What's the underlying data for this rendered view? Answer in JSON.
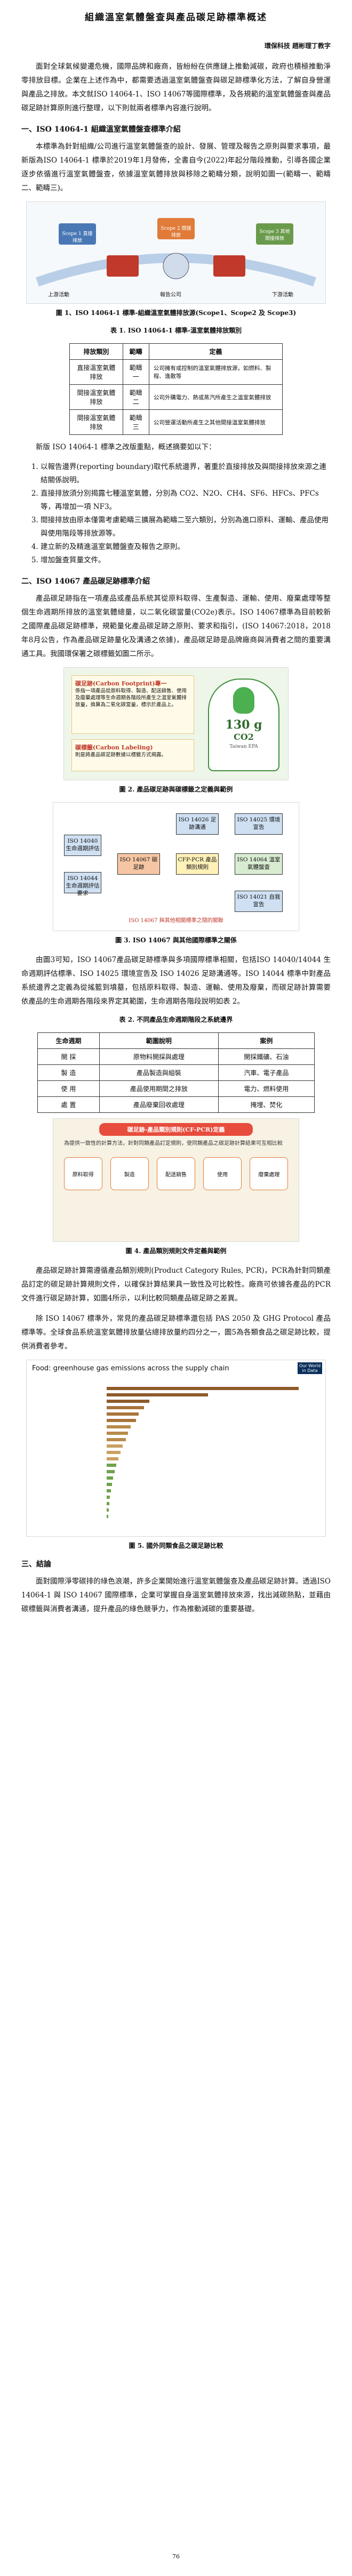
{
  "header": {
    "title": "組織溫室氣體盤查與產品碳足跡標準概述",
    "author": "環保科技 趙彬理丁教字"
  },
  "intro": "面對全球氣候變遷危機，國際品牌和廠商，皆紛紛在供應鏈上推動減碳，政府也積極推動淨零排放目標。企業在上述作為中，都需要透過溫室氣體盤查與碳足跡標準化方法，了解自身營運與產品之排放。本文就ISO 14064-1、ISO 14067等國際標準，及各規範的溫室氣體盤查與產品碳足跡計算原則進行整理，以下則就兩者標準內容進行說明。",
  "section1": {
    "heading": "一、ISO 14064-1 組織溫室氣體盤查標準介紹",
    "p1": "本標準為針對組織/公司進行溫室氣體盤查的設計、發展、管理及報告之原則與要求事項，最新版為ISO 14064-1 標準於2019年1月發佈，全書自今(2022)年起分階段推動，引導各國企業逐步依循進行溫室氣體盤查，依據溫室氣體排放與移除之範疇分類，說明如圖一(範疇一、範疇二、範疇三)。",
    "fig1_caption": "圖 1、ISO 14064-1 標準-組織溫室氣體排放源(Scope1、Scope2 及 Scope3)",
    "fig1_scopes": [
      "Scope 1 直接排放",
      "Scope 2 間接排放",
      "Scope 3 其他間接排放"
    ],
    "fig1_stages": [
      "上游活動",
      "報告公司",
      "下游活動"
    ],
    "table1_caption": "表 1. ISO 14064-1 標準-溫室氣體排放類別",
    "table1_headers": [
      "排放類別",
      "範疇",
      "定義"
    ],
    "table1_rows": [
      [
        "直接溫室氣體排放",
        "範疇一",
        "公司擁有或控制的溫室氣體排放源，如燃料、製程、逸散等"
      ],
      [
        "間接溫室氣體排放",
        "範疇二",
        "公司外購電力、熱或蒸汽所產生之溫室氣體排放"
      ],
      [
        "間接溫室氣體排放",
        "範疇三",
        "公司營運活動所產生之其他間接溫室氣體排放"
      ]
    ],
    "p2": "新版 ISO 14064-1 標準之改版重點，概述摘要如以下：",
    "list": [
      "以報告邊界(reporting boundary)取代系統邊界，著重於直接排放及與間接排放來源之連結關係說明。",
      "直接排放須分別揭露七種溫室氣體，分別為 CO2、N2O、CH4、SF6、HFCs、PFCs 等，再增加一項 NF3。",
      "間接排放由原本僅需考慮範疇三擴展為範疇二至六類別，分別為進口原料、運輸、產品使用與使用階段等排放源等。",
      "建立新的及精進溫室氣體盤查及報告之原則。",
      "增加盤查質量文件。"
    ]
  },
  "section2": {
    "heading": "二、ISO 14067 產品碳足跡標準介紹",
    "p1": "產品碳足跡指在一項產品或產品系統其從原料取得、生產製造、運輸、使用、廢棄處理等整個生命週期所排放的溫室氣體總量，以二氧化碳當量(CO2e)表示。ISO 14067標準為目前較新之國際產品碳足跡標準，規範量化產品碳足跡之原則、要求和指引，(ISO 14067:2018，2018 年8月公告，作為產品碳足跡量化及溝通之依據)，產品碳足跡是品牌廠商與消費者之間的重要溝通工具。我國環保署之碳標籤如圖二所示。",
    "fig2_left_title": "碳足跡(Carbon Footprint)專一",
    "fig2_left_text": "係指一項產品從原料取得、製造、配送銷售、使用及廢棄處理等生命週期各階段所產生之溫室氣體排放量，換算為二氧化碳當量，標示於產品上。",
    "fig2_label_title": "碳標籤(Carbon Labeling)",
    "fig2_label_text": "則是將產品碳足跡數據以標籤方式揭露。",
    "fig2_value": "130 g",
    "fig2_co2": "CO2",
    "fig2_badge": "Taiwan EPA",
    "fig2_caption": "圖 2. 產品碳足跡與碳標籤之定義與範例",
    "fig3_boxes": [
      "ISO 14040 生命週期評估",
      "ISO 14044 生命週期評估要求",
      "ISO 14067 碳足跡",
      "ISO 14026 足跡溝通",
      "CFP-PCR 產品類別規則",
      "ISO 14025 環境宣告",
      "ISO 14064 溫室氣體盤查",
      "ISO 14021 自我宣告"
    ],
    "fig3_note": "ISO 14067 與其他相關標準之間的關聯",
    "fig3_caption": "圖 3. ISO 14067 與其他國際標準之關係",
    "p2": "由圖3可知，ISO 14067產品碳足跡標準與多項國際標準相關，包括ISO 14040/14044 生命週期評估標準、ISO 14025 環境宣告及 ISO 14026 足跡溝通等。ISO 14044 標準中對產品系統邊界之定義為從搖籃到墳墓，包括原料取得、製造、運輸、使用及廢棄，而碳足跡計算需要依產品的生命週期各階段來界定其範圍，生命週期各階段說明如表 2。",
    "table2_caption": "表 2. 不同產品生命週期階段之系統邊界",
    "table2_headers": [
      "生命週期",
      "範圍說明",
      "案例"
    ],
    "table2_rows": [
      [
        "開 採",
        "原物料開採與處理",
        "開採鐵礦、石油"
      ],
      [
        "製 造",
        "產品製造與組裝",
        "汽車、電子產品"
      ],
      [
        "使 用",
        "產品使用期間之排放",
        "電力、燃料使用"
      ],
      [
        "處 置",
        "產品廢棄回收處理",
        "掩埋、焚化"
      ]
    ],
    "fig4_header": "碳足跡-產品類別規則(CF-PCR)定義",
    "fig4_sub": "為提供一致性的計算方法，針對同類產品訂定規則，使同類產品之碳足跡計算結果可互相比較",
    "fig4_steps": [
      "原料取得",
      "製造",
      "配送銷售",
      "使用",
      "廢棄處理"
    ],
    "fig4_caption": "圖 4. 產品類別規則文件定義與範例",
    "p3": "產品碳足跡計算需遵循產品類別規則(Product Category Rules, PCR)，PCR為針對同類產品訂定的碳足跡計算規則文件，以確保計算結果具一致性及可比較性。廠商可依據各產品的PCR文件進行碳足跡計算，如圖4所示，以利比較同類產品碳足跡之差異。",
    "p4": "除 ISO 14067 標準外，常見的產品碳足跡標準還包括 PAS 2050 及 GHG Protocol 產品標準等。全球食品系統溫室氣體排放量佔總排放量約四分之一，圖5為各類食品之碳足跡比較，提供消費者參考。",
    "fig5_title": "Food: greenhouse gas emissions across the supply chain",
    "fig5_badge": "Our World in Data",
    "fig5_caption": "圖 5. 國外同類食品之碳足跡比較"
  },
  "section3": {
    "heading": "三、結論",
    "p1": "面對國際淨零碳排的綠色浪潮，許多企業開始進行溫室氣體盤查及產品碳足跡計算。透過ISO 14064-1 與 ISO 14067 國際標準，企業可掌握自身溫室氣體排放來源，找出減碳熱點，並藉由碳標籤與消費者溝通，提升產品的綠色競爭力，作為推動減碳的重要基礎。"
  },
  "footer": {
    "page_number": "76"
  }
}
